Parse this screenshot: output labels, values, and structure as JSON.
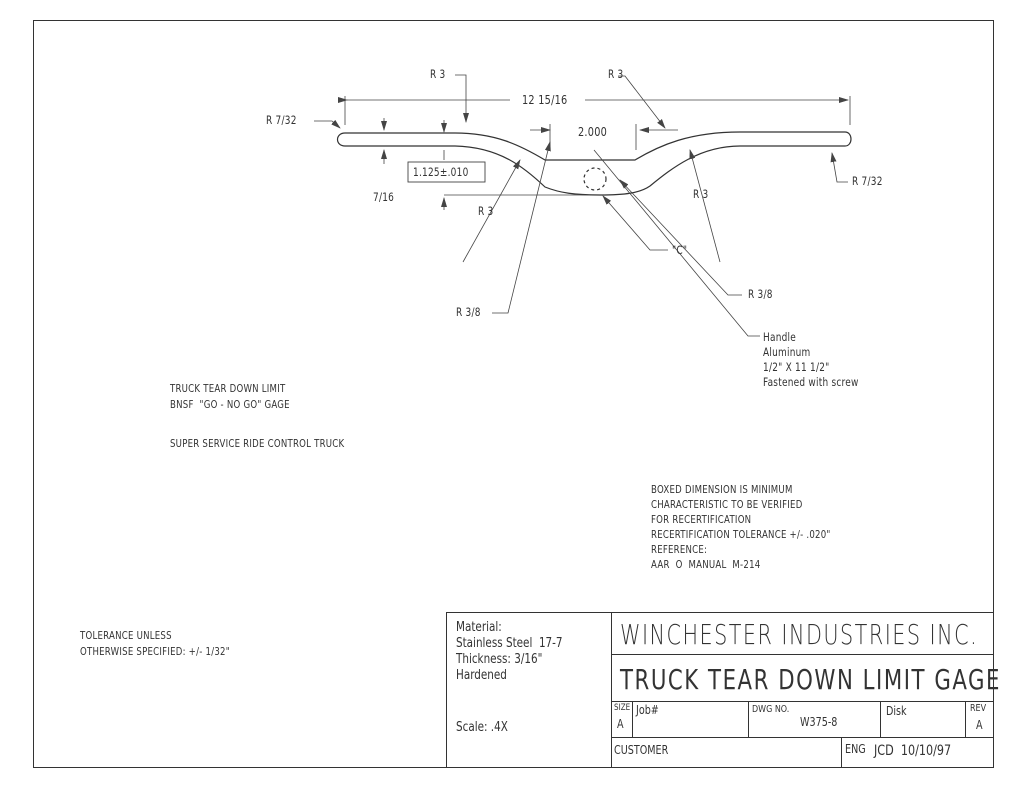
{
  "dimensions": {
    "overall_length": "12 15/16",
    "r3_top_left": "R 3",
    "r3_top_right": "R 3",
    "r732_left": "R 7/32",
    "r732_right": "R 7/32",
    "center_flat": "2.000",
    "boxed_height": "1.125±.010",
    "left_height": "7/16",
    "r3_lower_left": "R 3",
    "r3_lower_right": "R 3",
    "r38_left": "R 3/8",
    "r38_right": "R 3/8",
    "point_c": "\"C\""
  },
  "handle_note": [
    "Handle",
    "Aluminum",
    "1/2\" X 11 1/2\"",
    "Fastened with screw"
  ],
  "left_notes": {
    "line1": "TRUCK TEAR DOWN LIMIT",
    "line2": "BNSF  \"GO - NO GO\" GAGE",
    "line3": "SUPER SERVICE RIDE CONTROL TRUCK"
  },
  "boxed_note": [
    "BOXED DIMENSION IS MINIMUM",
    "CHARACTERISTIC TO BE VERIFIED",
    "FOR RECERTIFICATION",
    "RECERTIFICATION TOLERANCE +/- .020\"",
    "REFERENCE:",
    "AAR  O  MANUAL  M-214"
  ],
  "tolerance_note": [
    "TOLERANCE UNLESS",
    "OTHERWISE SPECIFIED: +/- 1/32\""
  ],
  "title_block": {
    "material": [
      "Material:",
      "Stainless Steel  17-7",
      "Thickness: 3/16\"",
      "Hardened"
    ],
    "scale": "Scale: .4X",
    "company": "WINCHESTER INDUSTRIES INC.",
    "title": "TRUCK TEAR DOWN LIMIT GAGE",
    "size_label": "SIZE",
    "size_value": "A",
    "job_label": "Job#",
    "dwg_label": "DWG NO.",
    "dwg_value": "W375-8",
    "disk_label": "Disk",
    "rev_label": "REV",
    "rev_value": "A",
    "customer_label": "CUSTOMER",
    "eng_label": "ENG",
    "eng_value": "JCD  10/10/97"
  }
}
